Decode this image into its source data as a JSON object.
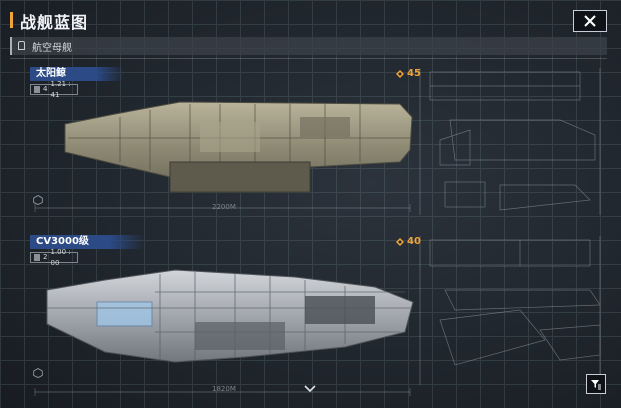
{
  "header": {
    "title": "战舰蓝图",
    "category": "航空母舰"
  },
  "ships": [
    {
      "name": "太阳鲸",
      "level": "4",
      "ratio": "1.21 : 41",
      "points": "45"
    },
    {
      "name": "CV3000级",
      "level": "2",
      "ratio": "1.00 : 00",
      "points": "40"
    }
  ],
  "colors": {
    "accent": "#f0a43a",
    "tag_blue": "#2c4a86"
  },
  "icons": [
    "close-icon",
    "carrier-icon",
    "points-icon",
    "filter-icon",
    "chevron-down-icon"
  ]
}
